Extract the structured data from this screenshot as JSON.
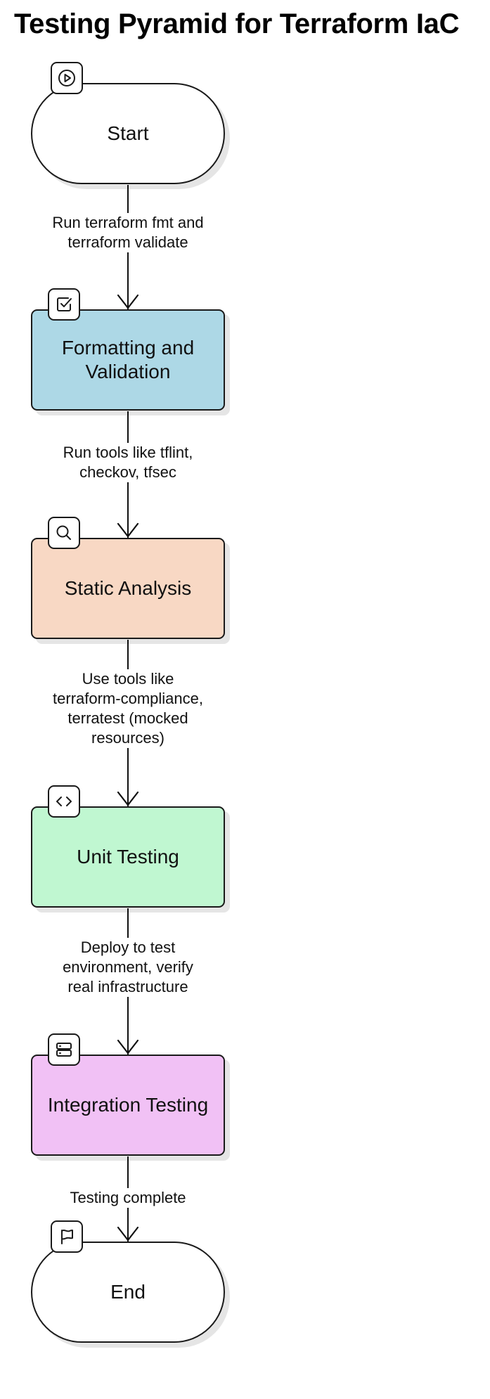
{
  "title": "Testing Pyramid for Terraform IaC",
  "colors": {
    "formatting": "#add8e6",
    "static_analysis": "#f8d8c4",
    "unit_testing": "#c0f7d1",
    "integration_testing": "#f1c1f5",
    "terminal": "#ffffff",
    "stroke": "#1a1a1a"
  },
  "nodes": {
    "start": {
      "label": "Start",
      "icon": "play-circle-icon"
    },
    "formatting": {
      "label": "Formatting and Validation",
      "icon": "checkbox-icon"
    },
    "static_analysis": {
      "label": "Static Analysis",
      "icon": "search-icon"
    },
    "unit_testing": {
      "label": "Unit Testing",
      "icon": "code-icon"
    },
    "integration_testing": {
      "label": "Integration Testing",
      "icon": "server-icon"
    },
    "end": {
      "label": "End",
      "icon": "flag-icon"
    }
  },
  "edges": {
    "e1": "Run terraform fmt and terraform validate",
    "e2": "Run tools like tflint, checkov, tfsec",
    "e3": "Use tools like terraform-compliance, terratest (mocked resources)",
    "e4": "Deploy to test environment, verify real infrastructure",
    "e5": "Testing complete"
  }
}
